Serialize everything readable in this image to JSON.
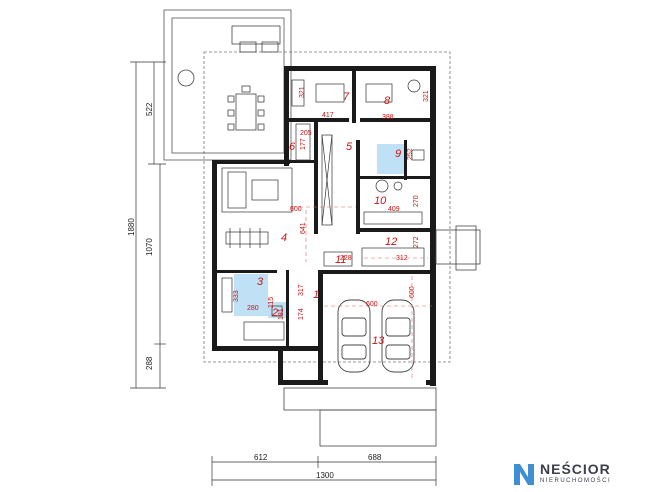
{
  "rooms": [
    {
      "id": "room-1",
      "label": "1"
    },
    {
      "id": "room-2",
      "label": "2"
    },
    {
      "id": "room-3",
      "label": "3"
    },
    {
      "id": "room-4",
      "label": "4"
    },
    {
      "id": "room-5",
      "label": "5"
    },
    {
      "id": "room-6",
      "label": "6"
    },
    {
      "id": "room-7",
      "label": "7"
    },
    {
      "id": "room-8",
      "label": "8"
    },
    {
      "id": "room-9",
      "label": "9"
    },
    {
      "id": "room-10",
      "label": "10"
    },
    {
      "id": "room-11",
      "label": "11"
    },
    {
      "id": "room-12",
      "label": "12"
    },
    {
      "id": "room-13",
      "label": "13"
    }
  ],
  "room_dims": [
    "417",
    "321",
    "388",
    "321",
    "205",
    "177",
    "252",
    "600",
    "641",
    "409",
    "270",
    "272",
    "312",
    "228",
    "317",
    "174",
    "280",
    "333",
    "115",
    "181",
    "600",
    "600"
  ],
  "side_dims": {
    "left": [
      "522",
      "1880",
      "1070",
      "288"
    ],
    "bottom": [
      "612",
      "688",
      "1300"
    ]
  },
  "logo": {
    "brand": "NEŚCIOR",
    "sub": "NIERUCHOMOŚCI",
    "accent": "#3f8fd2",
    "text_color": "#3c3f4e"
  },
  "colors": {
    "walls": "#1a1a1a",
    "labels": "#c81414",
    "bathroom": "#bfe0f5"
  }
}
